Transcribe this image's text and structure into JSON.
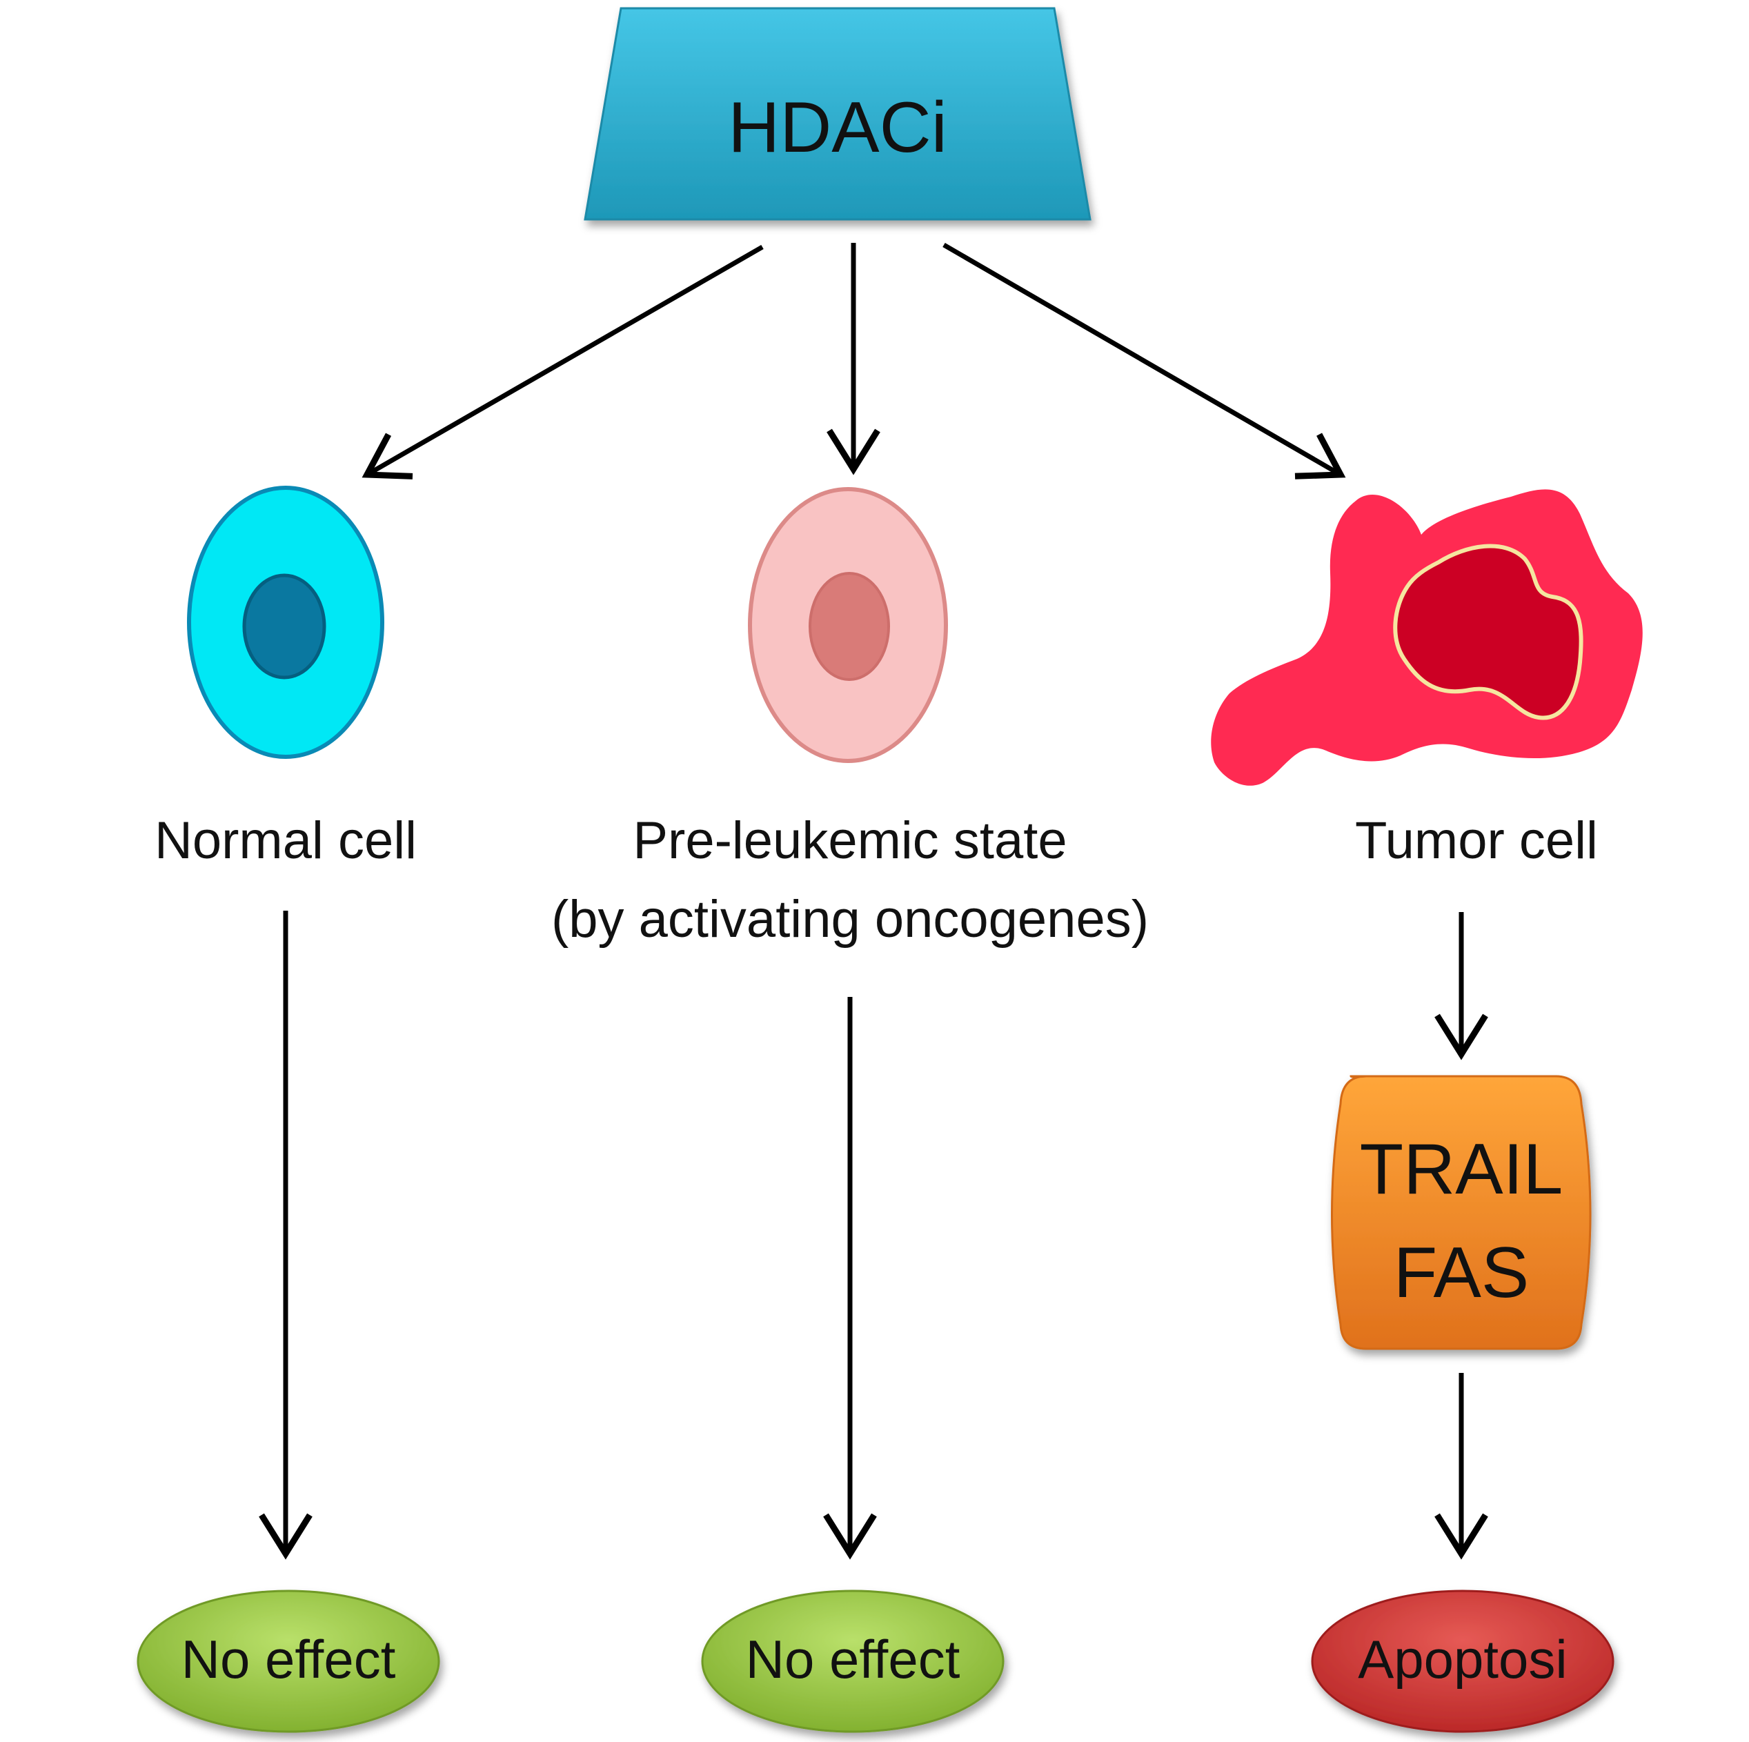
{
  "top_node": {
    "label": "HDACi"
  },
  "cells": {
    "normal": {
      "label": "Normal cell"
    },
    "preleukemic": {
      "line1": "Pre-leukemic state",
      "line2": "(by activating oncogenes)"
    },
    "tumor": {
      "label": "Tumor cell"
    }
  },
  "mediators": {
    "line1": "TRAIL",
    "line2": "FAS"
  },
  "outcomes": {
    "normal": "No effect",
    "preleukemic": "No effect",
    "tumor": "Apoptosi"
  },
  "colors": {
    "hdaci": "#2fb3d6",
    "normal_cell": "#00e8f5",
    "normal_nucleus": "#0a78a0",
    "preleukemic_cell": "#f9c3c3",
    "preleukemic_nucleus": "#d97b78",
    "tumor_cell": "#ff2a52",
    "tumor_nucleus": "#cc0024",
    "mediator_box": "#f08a24",
    "no_effect": "#9acb3e",
    "apoptosis": "#cc3232"
  }
}
